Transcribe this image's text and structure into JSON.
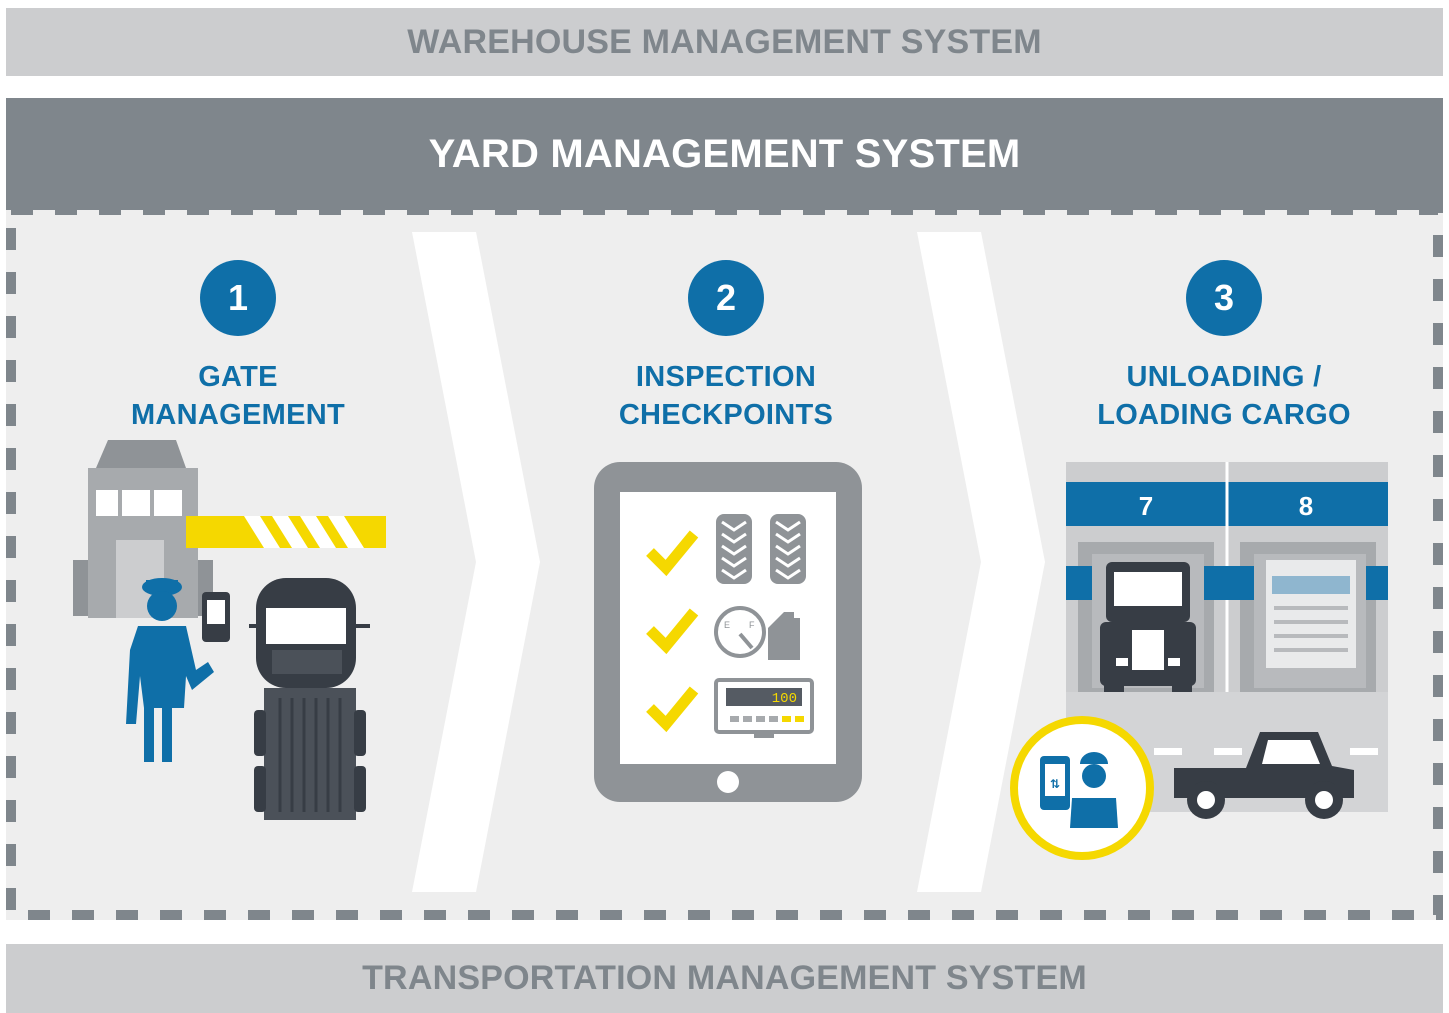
{
  "header": {
    "wms": "WAREHOUSE MANAGEMENT SYSTEM",
    "yms": "YARD MANAGEMENT SYSTEM"
  },
  "footer": {
    "tms": "TRANSPORTATION MANAGEMENT SYSTEM"
  },
  "steps": [
    {
      "number": "1",
      "line1": "GATE",
      "line2": "MANAGEMENT"
    },
    {
      "number": "2",
      "line1": "INSPECTION",
      "line2": "CHECKPOINTS"
    },
    {
      "number": "3",
      "line1": "UNLOADING /",
      "line2": "LOADING CARGO"
    }
  ],
  "inspection": {
    "scale_reading": "100",
    "fuel_empty": "E",
    "fuel_full": "F"
  },
  "docks": {
    "dock_a": "7",
    "dock_b": "8"
  },
  "colors": {
    "blue": "#0f6fa8",
    "yellow": "#f5d800",
    "dark": "#373d45",
    "gray": "#8f9397"
  },
  "icons": [
    "guard-booth-icon",
    "gate-barrier-icon",
    "security-guard-icon",
    "handheld-device-icon",
    "truck-top-icon",
    "tablet-icon",
    "check-icon",
    "tire-icon",
    "fuel-gauge-icon",
    "oil-can-icon",
    "scale-icon",
    "loading-dock-icon",
    "truck-front-icon",
    "pickup-truck-icon",
    "mobile-worker-icon"
  ]
}
